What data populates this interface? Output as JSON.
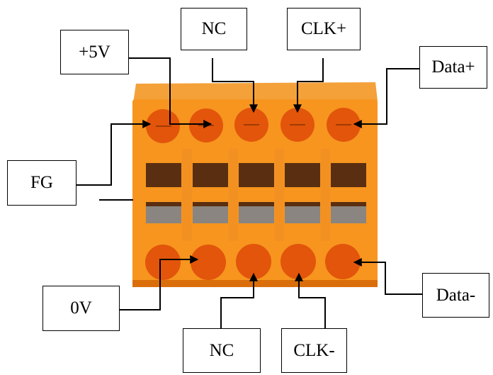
{
  "labels": {
    "plus5v": "+5V",
    "nc_top": "NC",
    "clk_plus": "CLK+",
    "data_plus": "Data+",
    "fg": "FG",
    "zero_v": "0V",
    "data_minus": "Data-",
    "nc_bottom": "NC",
    "clk_minus": "CLK-"
  },
  "colors": {
    "connector_body": "#f7951f",
    "connector_shadow": "#d96e0a",
    "terminal_hole": "#e2550b",
    "window_dark": "#5a2e10",
    "window_gray": "#8a8580",
    "line": "#000000"
  }
}
